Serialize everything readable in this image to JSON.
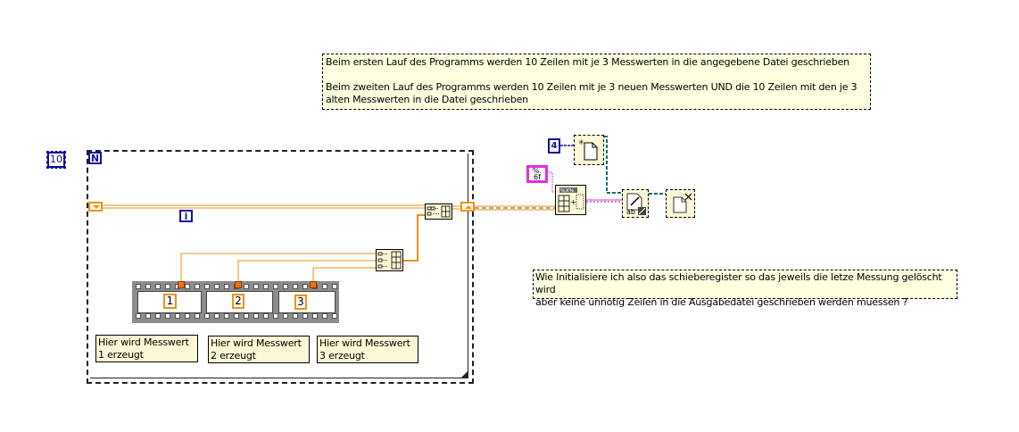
{
  "diagram": {
    "type": "LabVIEW block diagram",
    "comments": {
      "top_line1": "Beim ersten Lauf des Programms werden 10 Zeilen mit je 3 Messwerten in die angegebene Datei geschrieben",
      "top_line2": "Beim zweiten Lauf des Programms werden 10 Zeilen mit je 3 neuen Messwerten UND die 10 Zeilen mit den je 3 alten Messwerten in die Datei geschrieben",
      "question_line1": "Wie Initialisiere ich also das schieberegister so das jeweils die letze Messung gelöscht wird",
      "question_line2": "aber keine unnötig Zeilen in die Ausgabedatei geschrieben werden muessen ?",
      "frame1": "Hier wird Messwert 1 erzeugt",
      "frame2": "Hier wird Messwert 2 erzeugt",
      "frame3": "Hier wird Messwert 3 erzeugt"
    },
    "loop_count_constant": "10",
    "loop_count_terminal": "N",
    "iteration_terminal": "i",
    "frame_constants": [
      "1",
      "2",
      "3"
    ],
    "file_open_mode_constant": "4",
    "format_string_constant": "%.6f",
    "nodes": [
      {
        "name": "Build Array (append row)",
        "icon": "build-array-icon"
      },
      {
        "name": "Build Array (3 elements)",
        "icon": "build-array-icon"
      },
      {
        "name": "Open/Create File",
        "icon": "new-file-icon"
      },
      {
        "name": "Array To Spreadsheet String",
        "icon": "array-to-spreadsheet-icon"
      },
      {
        "name": "Write To Text File",
        "icon": "write-text-file-icon"
      },
      {
        "name": "Close File",
        "icon": "close-file-icon"
      }
    ],
    "colors": {
      "wire_numeric": "#f0901a",
      "wire_string": "#e030e0",
      "wire_refnum": "#1a6a6a",
      "const_blue": "#1010a0",
      "comment_bg": "#ffffe1",
      "node_bg": "#fcf7d7"
    }
  }
}
